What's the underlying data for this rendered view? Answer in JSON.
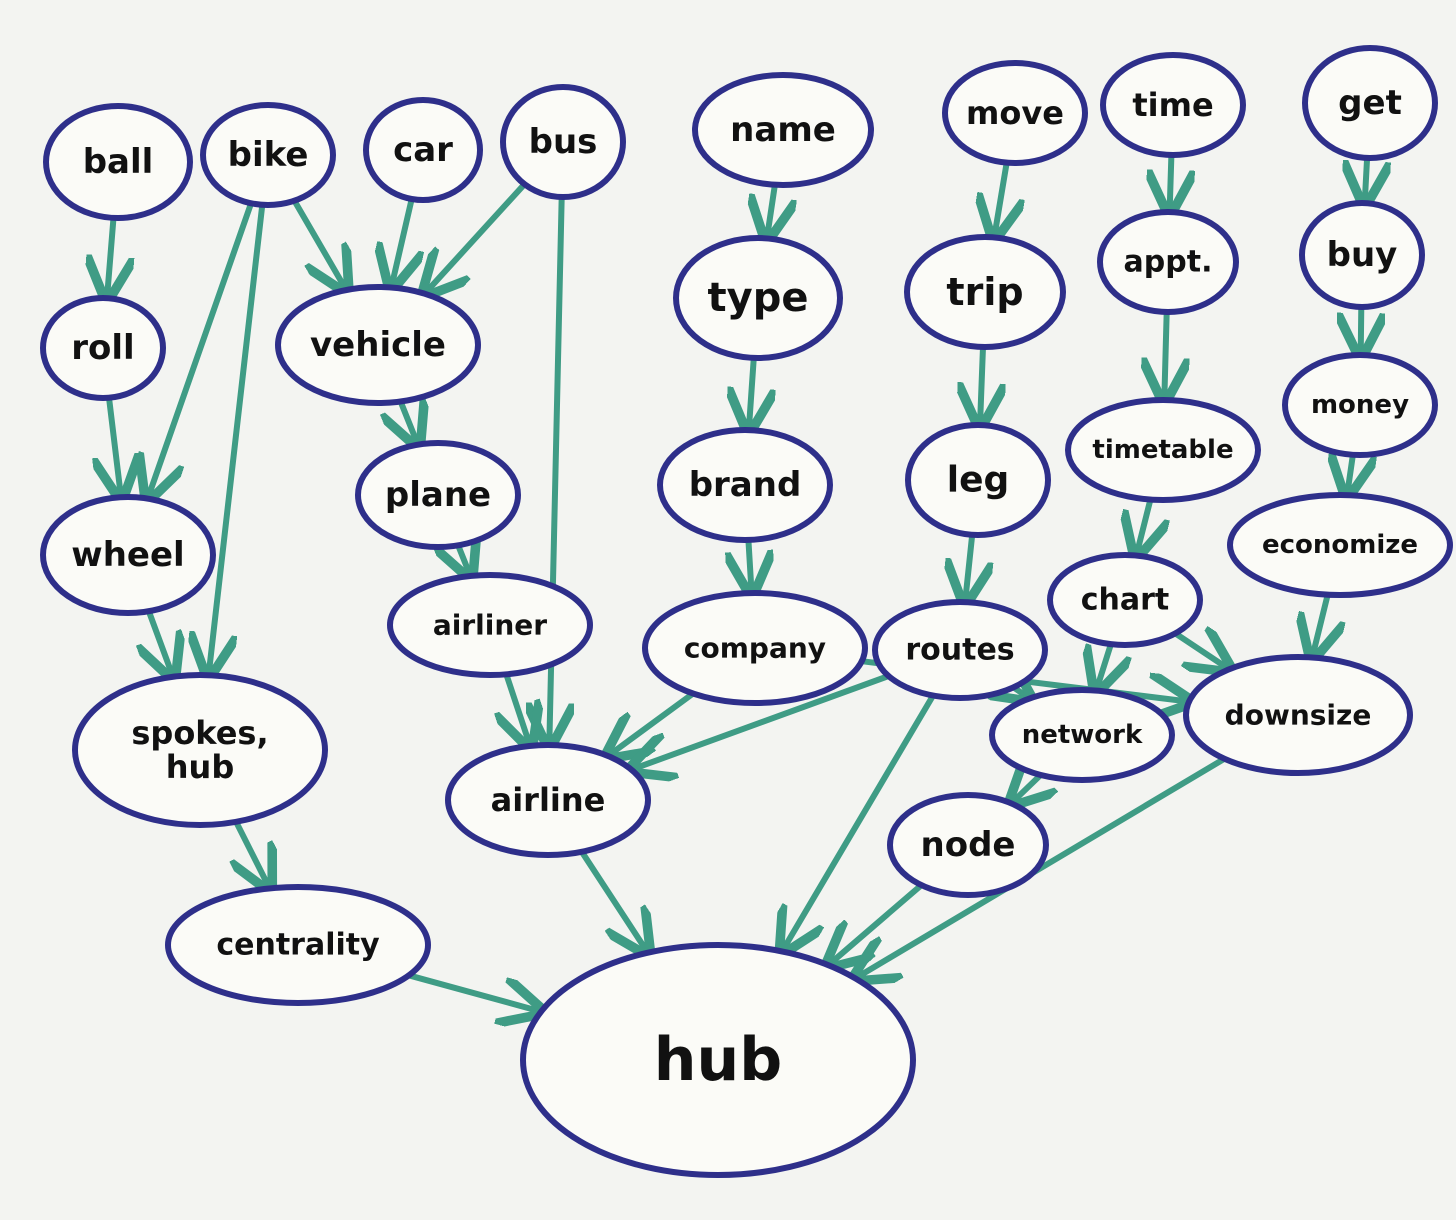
{
  "colors": {
    "background": "#f3f4f1",
    "node_fill": "#fbfbf7",
    "node_outline": "#2e2f8a",
    "edge": "#3f9c85",
    "text": "#111111"
  },
  "nodes": [
    {
      "id": "ball",
      "label": "ball"
    },
    {
      "id": "bike",
      "label": "bike"
    },
    {
      "id": "car",
      "label": "car"
    },
    {
      "id": "bus",
      "label": "bus"
    },
    {
      "id": "name",
      "label": "name"
    },
    {
      "id": "move",
      "label": "move"
    },
    {
      "id": "time",
      "label": "time"
    },
    {
      "id": "get",
      "label": "get"
    },
    {
      "id": "roll",
      "label": "roll"
    },
    {
      "id": "vehicle",
      "label": "vehicle"
    },
    {
      "id": "type",
      "label": "type"
    },
    {
      "id": "trip",
      "label": "trip"
    },
    {
      "id": "appt",
      "label": "appt."
    },
    {
      "id": "buy",
      "label": "buy"
    },
    {
      "id": "money",
      "label": "money"
    },
    {
      "id": "wheel",
      "label": "wheel"
    },
    {
      "id": "plane",
      "label": "plane"
    },
    {
      "id": "brand",
      "label": "brand"
    },
    {
      "id": "leg",
      "label": "leg"
    },
    {
      "id": "timetable",
      "label": "timetable"
    },
    {
      "id": "economize",
      "label": "economize"
    },
    {
      "id": "airliner",
      "label": "airliner"
    },
    {
      "id": "company",
      "label": "company"
    },
    {
      "id": "routes",
      "label": "routes"
    },
    {
      "id": "chart",
      "label": "chart"
    },
    {
      "id": "downsize",
      "label": "downsize"
    },
    {
      "id": "network",
      "label": "network"
    },
    {
      "id": "spokes_hub",
      "label": "spokes,\nhub"
    },
    {
      "id": "airline",
      "label": "airline"
    },
    {
      "id": "node",
      "label": "node"
    },
    {
      "id": "centrality",
      "label": "centrality"
    },
    {
      "id": "hub",
      "label": "hub"
    }
  ],
  "edges": [
    [
      "ball",
      "roll"
    ],
    [
      "roll",
      "wheel"
    ],
    [
      "wheel",
      "spokes_hub"
    ],
    [
      "bike",
      "wheel"
    ],
    [
      "bike",
      "spokes_hub"
    ],
    [
      "bike",
      "vehicle"
    ],
    [
      "car",
      "vehicle"
    ],
    [
      "bus",
      "vehicle"
    ],
    [
      "bus",
      "airline"
    ],
    [
      "vehicle",
      "plane"
    ],
    [
      "plane",
      "airliner"
    ],
    [
      "airliner",
      "airline"
    ],
    [
      "spokes_hub",
      "centrality"
    ],
    [
      "centrality",
      "hub"
    ],
    [
      "airline",
      "hub"
    ],
    [
      "name",
      "type"
    ],
    [
      "type",
      "brand"
    ],
    [
      "brand",
      "company"
    ],
    [
      "company",
      "airline"
    ],
    [
      "company",
      "downsize"
    ],
    [
      "move",
      "trip"
    ],
    [
      "trip",
      "leg"
    ],
    [
      "leg",
      "routes"
    ],
    [
      "routes",
      "airline"
    ],
    [
      "routes",
      "network"
    ],
    [
      "routes",
      "hub"
    ],
    [
      "time",
      "appt"
    ],
    [
      "appt",
      "timetable"
    ],
    [
      "timetable",
      "chart"
    ],
    [
      "chart",
      "network"
    ],
    [
      "chart",
      "downsize"
    ],
    [
      "network",
      "node"
    ],
    [
      "node",
      "hub"
    ],
    [
      "get",
      "buy"
    ],
    [
      "buy",
      "money"
    ],
    [
      "money",
      "economize"
    ],
    [
      "economize",
      "downsize"
    ],
    [
      "downsize",
      "hub"
    ]
  ]
}
